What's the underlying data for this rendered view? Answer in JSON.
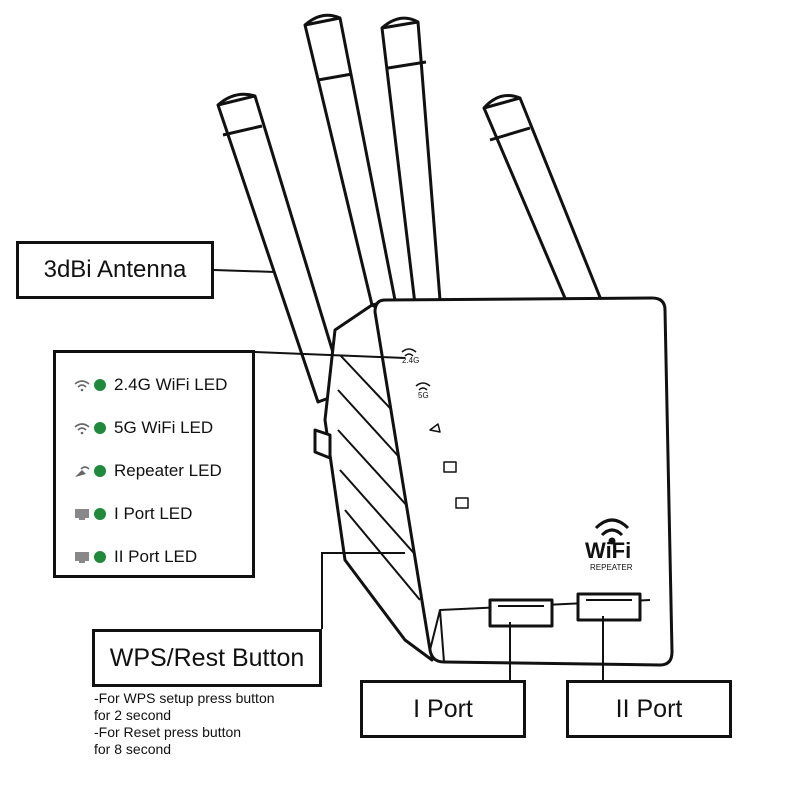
{
  "labels": {
    "antenna": "3dBi Antenna",
    "wps_button": "WPS/Rest Button",
    "port_1": "I Port",
    "port_2": "II Port"
  },
  "leds": [
    {
      "icon": "wifi-icon",
      "label": "2.4G WiFi LED"
    },
    {
      "icon": "wifi-icon",
      "label": "5G WiFi LED"
    },
    {
      "icon": "repeater-icon",
      "label": "Repeater LED"
    },
    {
      "icon": "monitor-icon",
      "label": "I Port LED"
    },
    {
      "icon": "monitor-icon",
      "label": "II Port LED"
    }
  ],
  "wps_notes": [
    "-For WPS setup press button",
    "for 2 second",
    "-For Reset press button",
    "for 8 second"
  ],
  "device": {
    "led_24g": "2.4G",
    "led_5g": "5G",
    "logo_main": "WiFi",
    "logo_sub": "REPEATER"
  },
  "colors": {
    "led_green": "#1f8a3a",
    "line": "#111111"
  }
}
